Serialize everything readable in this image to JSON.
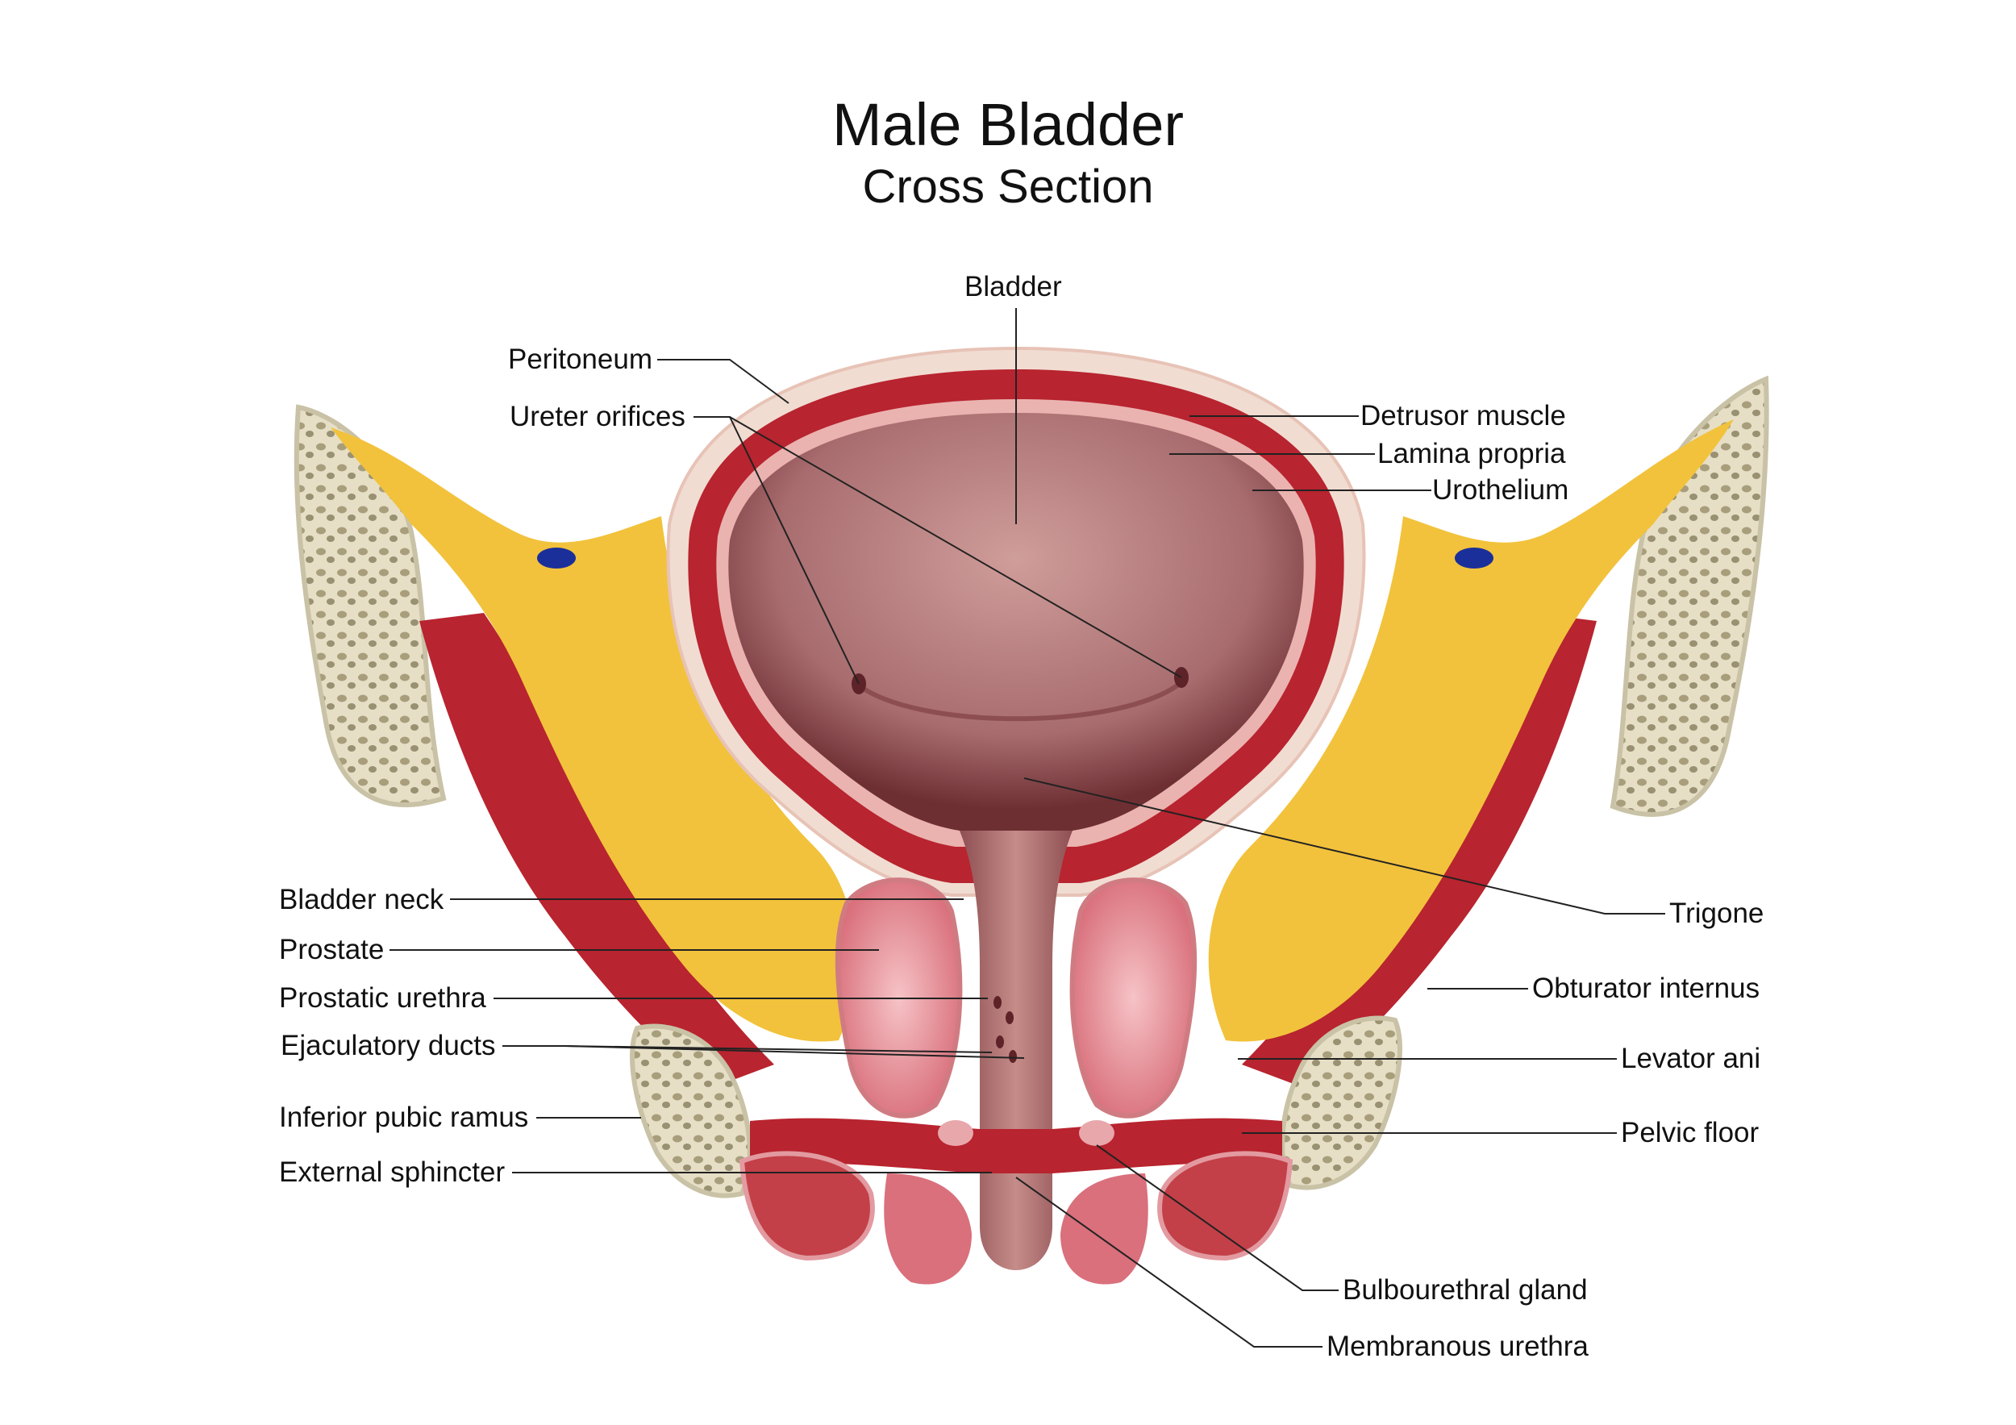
{
  "title": "Male Bladder",
  "subtitle": "Cross Section",
  "labels": {
    "bladder": "Bladder",
    "peritoneum": "Peritoneum",
    "ureter_orifices": "Ureter orifices",
    "detrusor_muscle": "Detrusor muscle",
    "lamina_propria": "Lamina propria",
    "urothelium": "Urothelium",
    "bladder_neck": "Bladder neck",
    "prostate": "Prostate",
    "prostatic_urethra": "Prostatic urethra",
    "ejaculatory_ducts": "Ejaculatory ducts",
    "inferior_pubic_ramus": "Inferior pubic ramus",
    "external_sphincter": "External sphincter",
    "trigone": "Trigone",
    "obturator_internus": "Obturator internus",
    "levator_ani": "Levator ani",
    "pelvic_floor": "Pelvic floor",
    "bulbourethral_gland": "Bulbourethral gland",
    "membranous_urethra": "Membranous urethra"
  },
  "colors": {
    "fat": "#f2c23c",
    "muscle": "#b8242f",
    "muscle_light": "#d9535c",
    "bladder_lumen": "#a86c6f",
    "bladder_lumen_light": "#c99593",
    "prostate": "#e79aa2",
    "bone": "#e1dcc4",
    "bone_dark": "#bdb596",
    "vein": "#1b2f9a",
    "leader": "#222222"
  }
}
